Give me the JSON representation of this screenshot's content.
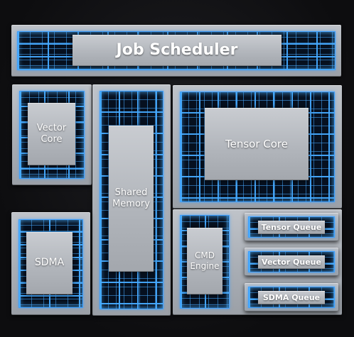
{
  "blocks": {
    "job_scheduler": "Job Scheduler",
    "vector_core": "Vector\nCore",
    "shared_memory": "Shared\nMemory",
    "tensor_core": "Tensor Core",
    "sdma": "SDMA",
    "cmd_engine": "CMD\nEngine",
    "tensor_queue": "Tensor Queue",
    "vector_queue": "Vector Queue",
    "sdma_queue": "SDMA Queue"
  },
  "colors": {
    "background": "#0e0e10",
    "circuit_glow": "#3fa0ff",
    "metal": "#b0b4ba",
    "label_text": "#ffffff"
  }
}
